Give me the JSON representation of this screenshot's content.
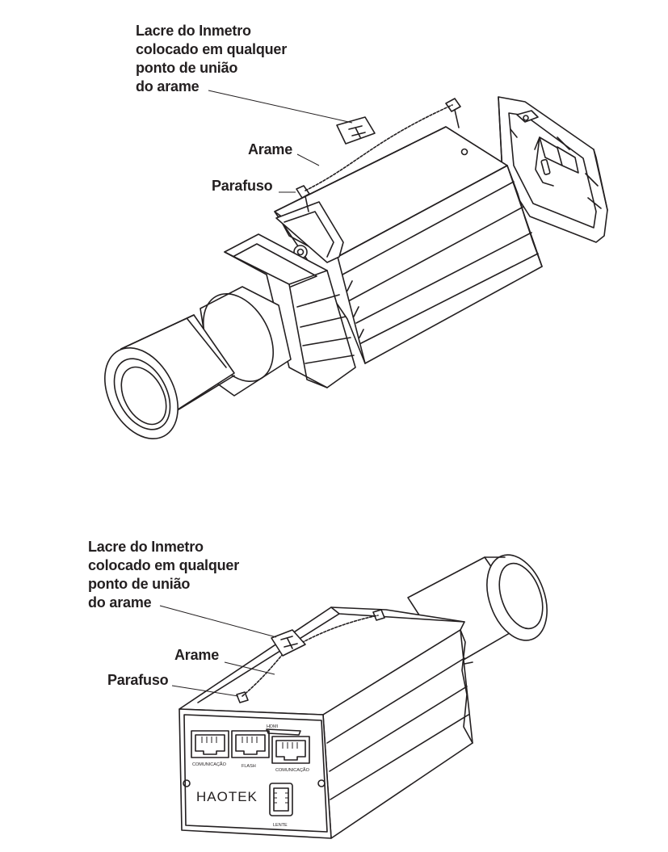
{
  "top": {
    "seal_label": [
      "Lacre do Inmetro",
      "colocado em qualquer",
      "ponto de união",
      "do arame"
    ],
    "wire_label": "Arame",
    "screw_label": "Parafuso"
  },
  "bottom": {
    "seal_label": [
      "Lacre do Inmetro",
      "colocado em qualquer",
      "ponto de união",
      "do arame"
    ],
    "wire_label": "Arame",
    "screw_label": "Parafuso",
    "ports": {
      "hdmi": "HDMI",
      "comm_left": "COMUNICAÇÃO",
      "flash": "FLASH",
      "comm_right": "COMUNICAÇÃO",
      "lens": "LENTE"
    },
    "brand": "HAOTEK"
  }
}
